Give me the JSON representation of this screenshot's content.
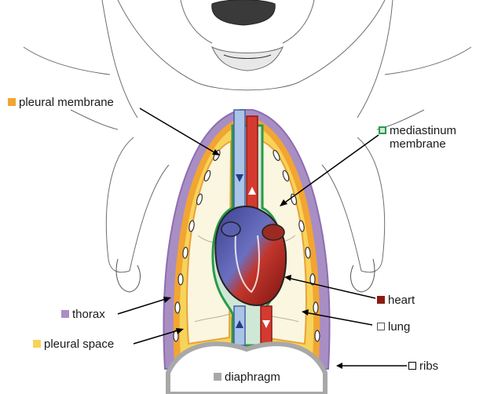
{
  "labels": {
    "pleural_membrane": "pleural membrane",
    "mediastinum_line1": "mediastinum",
    "mediastinum_line2": "membrane",
    "heart": "heart",
    "lung": "lung",
    "thorax": "thorax",
    "pleural_space": "pleural space",
    "ribs": "ribs",
    "diaphragm": "diaphragm"
  },
  "colors": {
    "pleural_membrane": "#f2a531",
    "mediastinum_membrane": "#2a9a4a",
    "mediastinum_fill": "#cfe8d6",
    "heart": "#8b1a12",
    "lung": "#ffffff",
    "thorax": "#a98ec4",
    "pleural_space": "#f7d35a",
    "ribs": "#ffffff",
    "diaphragm": "#a8a8a8"
  }
}
